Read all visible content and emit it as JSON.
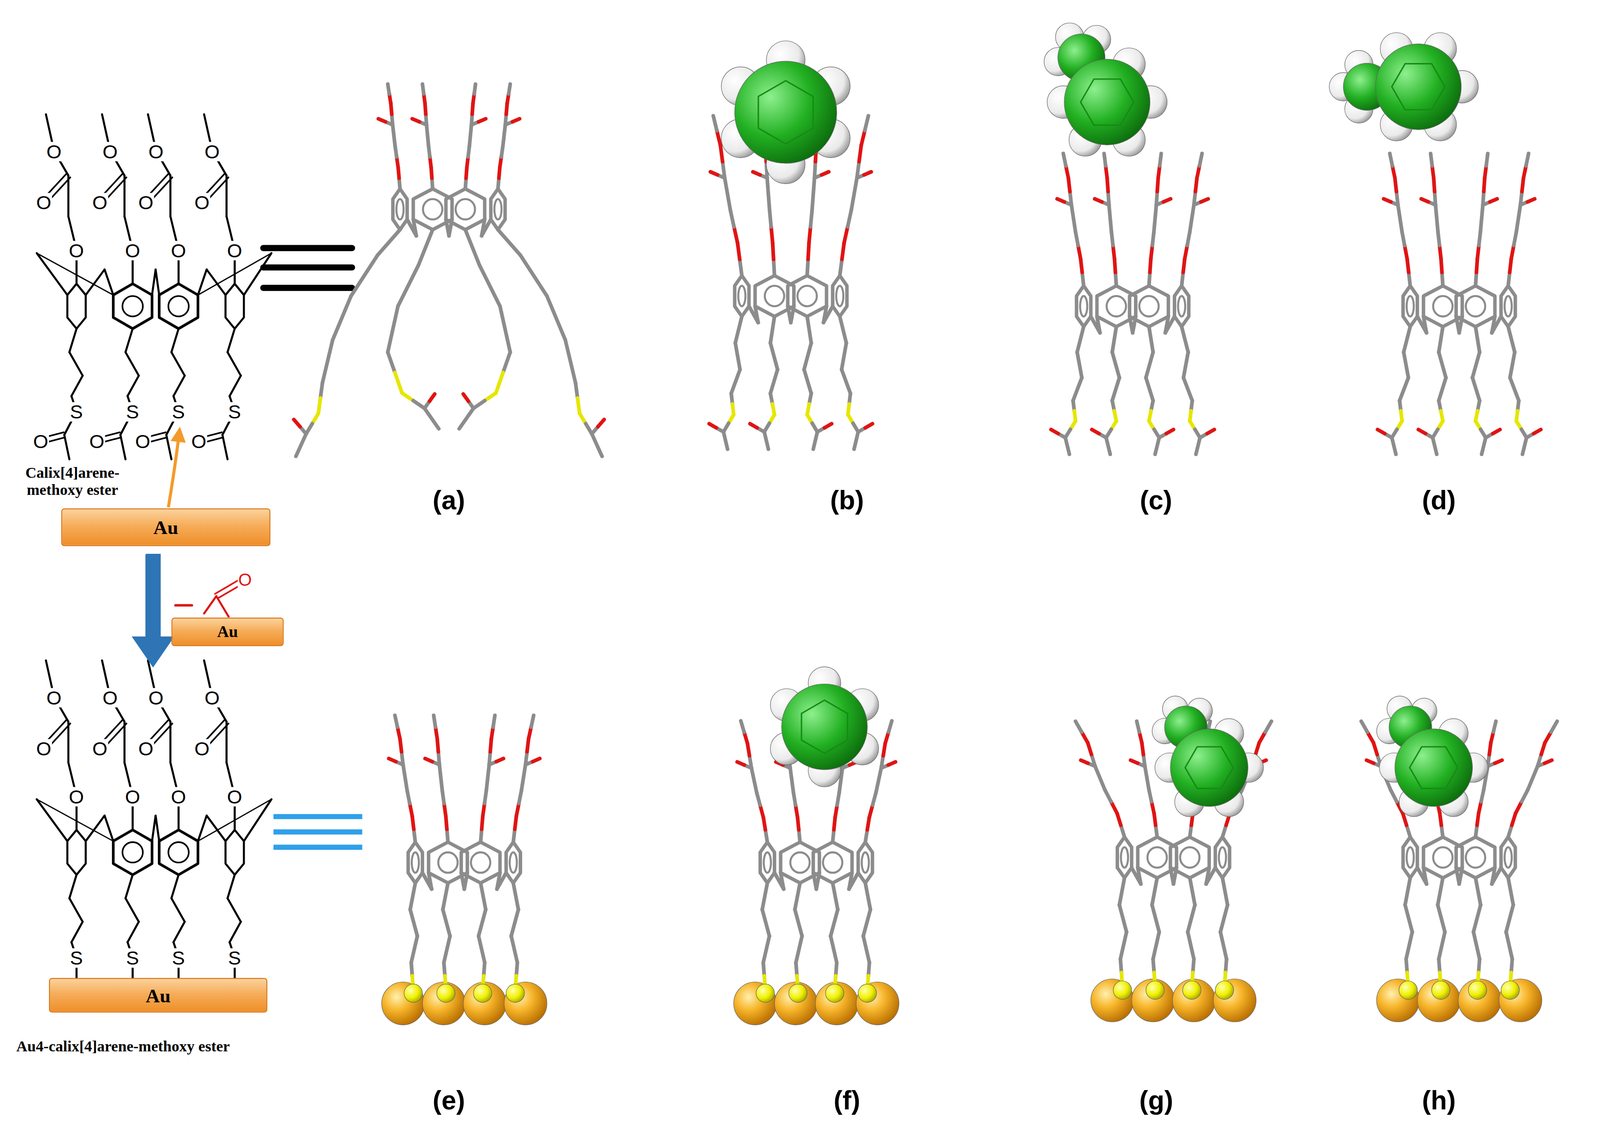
{
  "diagram": {
    "nodes": [
      {
        "text": [
          "Au"
        ]
      },
      {
        "text": [
          "Au"
        ]
      },
      {
        "text": [
          "Au"
        ]
      }
    ],
    "labels": [
      "O",
      "O",
      "O",
      "O",
      "O",
      "O",
      "O",
      "O",
      "O",
      "O",
      "O",
      "O",
      "S",
      "O",
      "S",
      "O",
      "S",
      "O",
      "S",
      "O",
      "Calix[4]arene- methoxy ester",
      "O",
      "O",
      "O",
      "O",
      "O",
      "O",
      "O",
      "O",
      "O",
      "O",
      "O",
      "O",
      "O",
      "S",
      "S",
      "S",
      "S",
      "Au4-calix[4]arene-methoxy ester",
      "(a)",
      "(b)",
      "(c)",
      "(d)",
      "(e)",
      "(f)",
      "(g)",
      "(h)"
    ]
  }
}
